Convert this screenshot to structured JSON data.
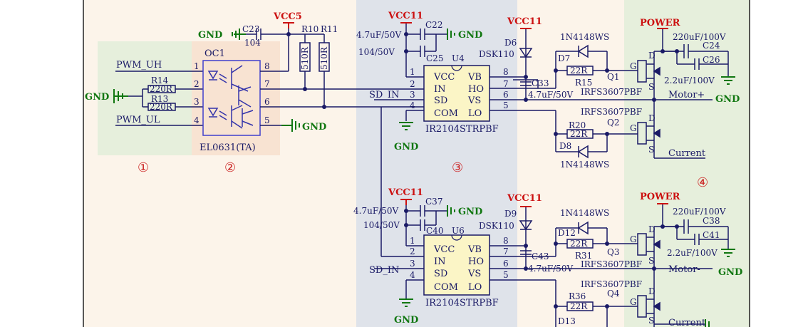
{
  "block1": {
    "net_uh": "PWM_UH",
    "net_ul": "PWM_UL",
    "r14": "R14",
    "r14_val": "220R",
    "r13": "R13",
    "r13_val": "220R",
    "gnd": "GND",
    "marker": "①"
  },
  "block2": {
    "ref": "OC1",
    "part": "EL0631(TA)",
    "c23": "C23",
    "c23_val": "104",
    "gnd_top": "GND",
    "gnd_right": "GND",
    "vcc": "VCC5",
    "r10": "R10",
    "r11": "R11",
    "r10_val": "510R",
    "r11_val": "510R",
    "pins": [
      "1",
      "2",
      "3",
      "4",
      "5",
      "6",
      "7",
      "8"
    ],
    "marker": "②"
  },
  "block3": {
    "vcc_u4": "VCC11",
    "c_4u7": "4.7uF/50V",
    "c_104": "104/50V",
    "c22": "C22",
    "c25": "C25",
    "gnd_c22": "GND",
    "u4": "U4",
    "sd_in": "SD_IN",
    "gnd_u4": "GND",
    "part_u4": "IR2104STRPBF",
    "vcc_u6": "VCC11",
    "c37": "C37",
    "c40": "C40",
    "gnd_c37": "GND",
    "u6": "U6",
    "sd_in_2": "SD_IN",
    "gnd_u6": "GND",
    "part_u6": "IR2104STRPBF",
    "c_4u7_2": "4.7uF/50V",
    "c_104_2": "104/50V",
    "chip_pins_left": [
      "VCC",
      "IN",
      "SD",
      "COM"
    ],
    "chip_pins_right": [
      "VB",
      "HO",
      "VS",
      "LO"
    ],
    "pin_nums_left": [
      "1",
      "2",
      "3",
      "4"
    ],
    "pin_nums_right": [
      "8",
      "7",
      "6",
      "5"
    ],
    "marker": "③"
  },
  "block_boot": {
    "vcc_d6": "VCC11",
    "d6": "D6",
    "d6_part": "DSK110",
    "c33": "C33",
    "c33_val": "4.7uF/50V",
    "vcc_d9": "VCC11",
    "d9": "D9",
    "d9_part": "DSK110",
    "c43": "C43",
    "c43_val": "4.7uF/50V"
  },
  "block_gate": {
    "d7_part": "1N4148WS",
    "d7": "D7",
    "r15": "R15",
    "r15_val": "22R",
    "q1": "Q1",
    "q1_part": "IRFS3607PBF",
    "q2_part": "IRFS3607PBF",
    "r20": "R20",
    "r20_val": "22R",
    "q2": "Q2",
    "d8": "D8",
    "d8_part": "1N4148WS",
    "d12_part": "1N4148WS",
    "d12": "D12",
    "r31": "R31",
    "r31_val": "22R",
    "q3": "Q3",
    "q3_part": "IRFS3607PBF",
    "q4_part": "IRFS3607PBF",
    "r36": "R36",
    "r36_val": "22R",
    "q4": "Q4",
    "d13": "D13"
  },
  "block4": {
    "power": "POWER",
    "c24": "C24",
    "c24_val": "220uF/100V",
    "c26": "C26",
    "c26_val": "2.2uF/100V",
    "gnd": "GND",
    "motor_plus": "Motor+",
    "current": "Current",
    "power_2": "POWER",
    "c38": "C38",
    "c38_val": "220uF/100V",
    "c41": "C41",
    "c41_val": "2.2uF/100V",
    "gnd_2": "GND",
    "motor_minus": "Motor-",
    "current_2": "Current",
    "marker": "④",
    "fet_pins": [
      "G",
      "D",
      "S"
    ]
  },
  "colors": {
    "wire": "#1a1a66",
    "vcc": "#cc1111",
    "gnd": "#117711",
    "zone_green": "#e6efdc",
    "zone_orange": "#f8e3d2",
    "zone_gray": "#dfe3ea",
    "zone_cream": "#fcf4ea",
    "chip_fill": "#fbf5c6",
    "marker": "#cc2222"
  }
}
